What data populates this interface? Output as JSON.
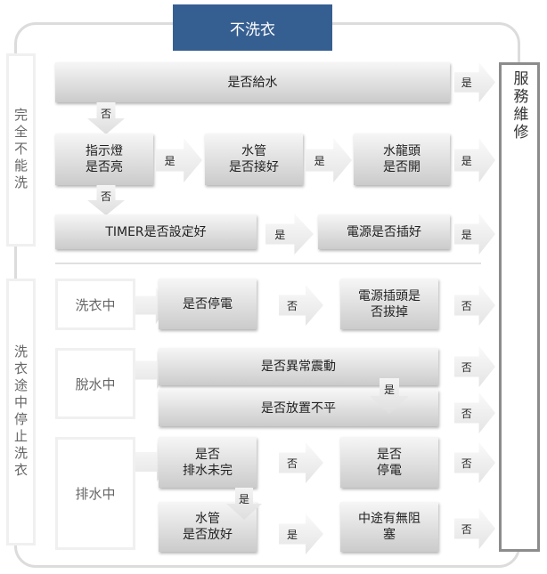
{
  "title": "不洗衣",
  "section1_label": "完全不能洗",
  "section2_label": "洗衣途中停止洗衣",
  "result": "服務維修",
  "yes": "是",
  "no": "否",
  "s1": {
    "water_supply": "是否給水",
    "indicator": "指示燈\n是否亮",
    "hose": "水管\n是否接好",
    "faucet": "水龍頭\n是否開",
    "timer": "TIMER是否設定好",
    "power": "電源是否插好"
  },
  "s2": {
    "washing": {
      "label": "洗衣中",
      "q1": "是否停電",
      "q2": "電源插頭是\n否拔掉"
    },
    "spinning": {
      "label": "脫水中",
      "q1": "是否異常震動",
      "q2": "是否放置不平"
    },
    "draining": {
      "label": "排水中",
      "q1": "是否\n排水未完",
      "q2": "是否\n停電",
      "q3": "水管\n是否放好",
      "q4": "中途有無阻\n塞"
    }
  }
}
